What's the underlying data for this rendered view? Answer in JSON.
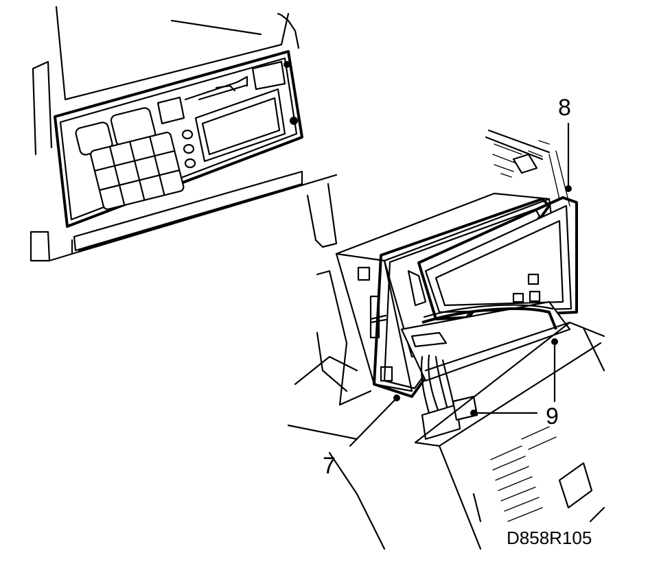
{
  "callouts": {
    "c7": "7",
    "c8": "8",
    "c9": "9"
  },
  "figure_code": "D858R105"
}
